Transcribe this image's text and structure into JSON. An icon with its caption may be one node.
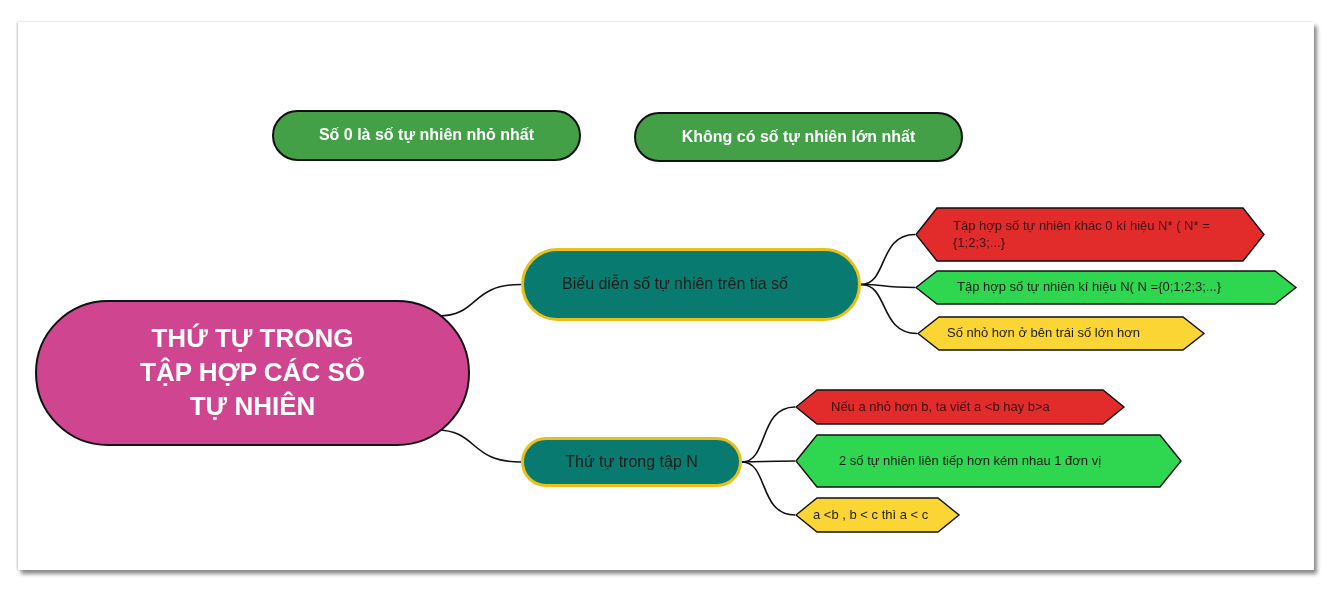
{
  "diagram": {
    "nodes": [
      {
        "text": [
          "Số 0 là số tự nhiên nhỏ nhất"
        ]
      },
      {
        "text": [
          "Không có số tự nhiên lớn nhất"
        ]
      },
      {
        "text": [
          "THỨ TỰ TRONG TẬP HỢP CÁC SỐ TỰ NHIÊN"
        ]
      },
      {
        "text": [
          "Biểu diễn số tự nhiên trên tia số"
        ]
      },
      {
        "text": [
          "Tập hợp số tự nhiên khác 0 kí hiệu N* ( N* = {1;2;3;...}"
        ]
      },
      {
        "text": [
          "Tập hợp số tự nhiên kí hiệu N( N ={0;1;2;3;...}"
        ]
      },
      {
        "text": [
          "Số nhỏ hơn ở bên trái số lớn hơn"
        ]
      },
      {
        "text": [
          "Thứ tự trong tập N"
        ]
      },
      {
        "text": [
          "Nếu a nhỏ hơn b, ta viết a <b hay b>a"
        ]
      },
      {
        "text": [
          "2 số tự nhiên liên tiếp hơn kém nhau 1 đơn vị"
        ]
      },
      {
        "text": [
          "a <b , b < c thì a < c"
        ]
      }
    ],
    "edges": [
      {
        "from": 2,
        "to": 3,
        "arrow": "none"
      },
      {
        "from": 2,
        "to": 7,
        "arrow": "none"
      },
      {
        "from": 3,
        "to": 4,
        "arrow": "none"
      },
      {
        "from": 3,
        "to": 5,
        "arrow": "none"
      },
      {
        "from": 3,
        "to": 6,
        "arrow": "none"
      },
      {
        "from": 7,
        "to": 8,
        "arrow": "none"
      },
      {
        "from": 7,
        "to": 9,
        "arrow": "none"
      },
      {
        "from": 7,
        "to": 10,
        "arrow": "none"
      }
    ]
  }
}
